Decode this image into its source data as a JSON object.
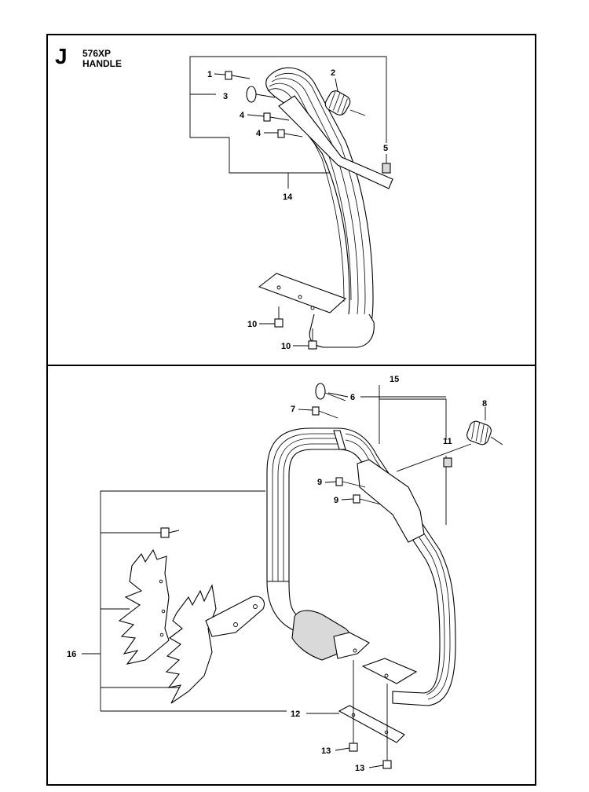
{
  "header": {
    "section_letter": "J",
    "model": "576XP",
    "title": "HANDLE"
  },
  "callouts": {
    "top": [
      "1",
      "2",
      "3",
      "4",
      "4",
      "5",
      "14",
      "10",
      "10"
    ],
    "bottom": [
      "15",
      "6",
      "7",
      "8",
      "11",
      "9",
      "9",
      "16",
      "12",
      "13",
      "13"
    ]
  }
}
